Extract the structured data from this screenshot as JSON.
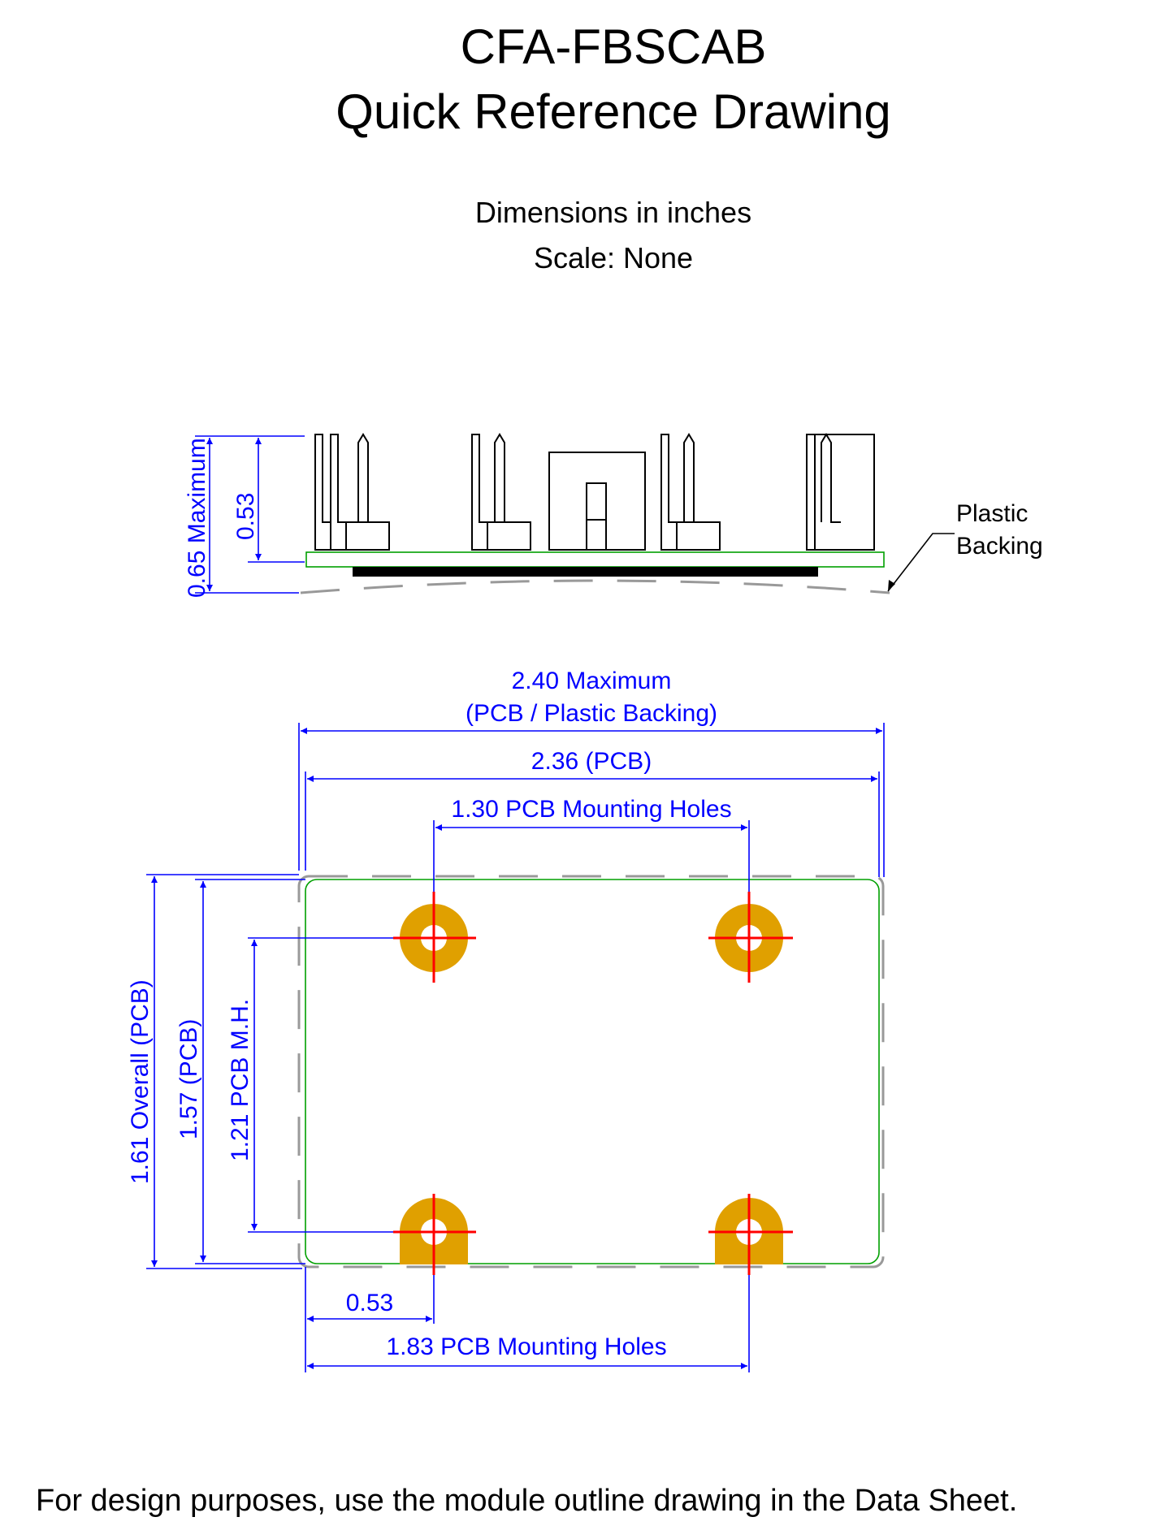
{
  "header": {
    "title_line1": "CFA-FBSCAB",
    "title_line2": "Quick Reference Drawing",
    "units_note": "Dimensions in inches",
    "scale_note": "Scale: None"
  },
  "side_view": {
    "dim_overall_height": "0.65 Maximum",
    "dim_connector_height": "0.53",
    "callout_line1": "Plastic",
    "callout_line2": "Backing"
  },
  "top_view": {
    "dim_width_max_line1": "2.40 Maximum",
    "dim_width_max_line2": "(PCB / Plastic Backing)",
    "dim_width_pcb": "2.36 (PCB)",
    "dim_mounting_holes_x_top": "1.30 PCB Mounting Holes",
    "dim_height_overall": "1.61 Overall (PCB)",
    "dim_height_pcb": "1.57 (PCB)",
    "dim_height_mh": "1.21 PCB M.H.",
    "dim_hole_offset": "0.53",
    "dim_mounting_holes_x_bottom": "1.83 PCB Mounting Holes"
  },
  "colors": {
    "dimension": "#0000ff",
    "pcb_outline": "#00a000",
    "backing_outline": "#999999",
    "pad": "#e0a000",
    "crosshair": "#ff0000"
  },
  "footer": {
    "text": "For design purposes, use the module outline drawing in the Data Sheet."
  }
}
